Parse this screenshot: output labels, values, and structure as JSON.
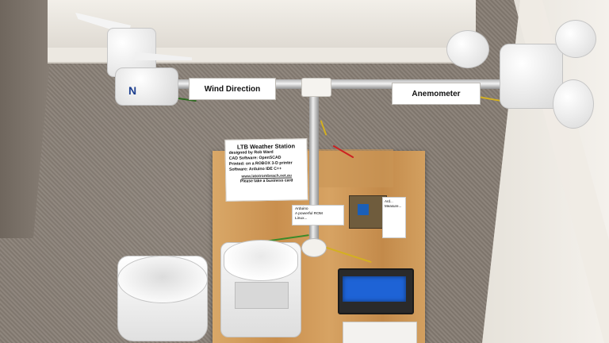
{
  "photo": {
    "labels": {
      "wind_direction": "Wind Direction",
      "anemometer": "Anemometer",
      "vane_letter": "N"
    },
    "sign": {
      "title": "LTB Weather Station",
      "lines": [
        "designed by Rob Ward",
        "CAD Software: OpenSCAD",
        "Printed: on a ROBOX 3-D printer",
        "Software: Arduino IDE C++"
      ],
      "link": "www.latotrombeach.net.au",
      "cta": "Please take a business card"
    },
    "card_small": {
      "lines": [
        "Arduino",
        "A powerful ROM",
        "Linux..."
      ]
    },
    "card_right": {
      "lines": [
        "Ard...",
        "Measure..."
      ]
    }
  }
}
